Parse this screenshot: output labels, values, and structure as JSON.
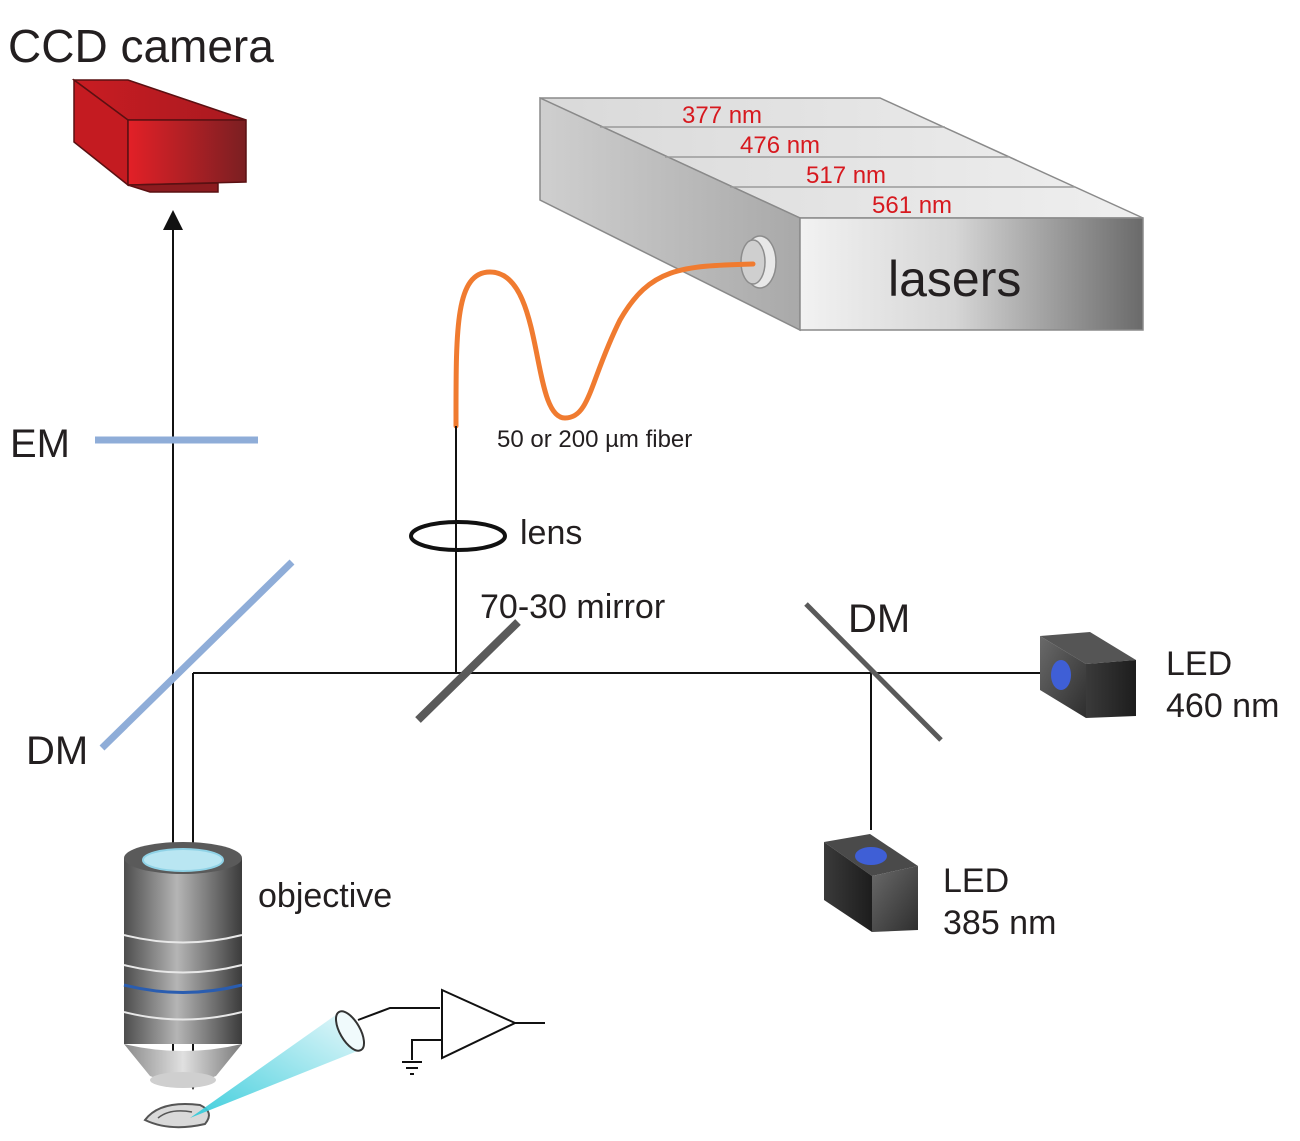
{
  "labels": {
    "camera": "CCD camera",
    "lasers": "lasers",
    "fiber": "50 or 200 µm fiber",
    "lens": "lens",
    "mirror": "70-30 mirror",
    "dm_right": "DM",
    "dm_left": "DM",
    "em": "EM",
    "objective": "objective",
    "led_460_name": "LED",
    "led_460_wl": "460 nm",
    "led_385_name": "LED",
    "led_385_wl": "385 nm"
  },
  "laser_lines": [
    "377 nm",
    "476 nm",
    "517 nm",
    "561 nm"
  ],
  "colors": {
    "camera": "#d7191f",
    "fiber": "#f07b30",
    "laser_text": "#d7191f",
    "filter": "#8fadd8",
    "mirror": "#5a5a5a",
    "led_light": "#3f5fd6",
    "beam": "#111111"
  }
}
